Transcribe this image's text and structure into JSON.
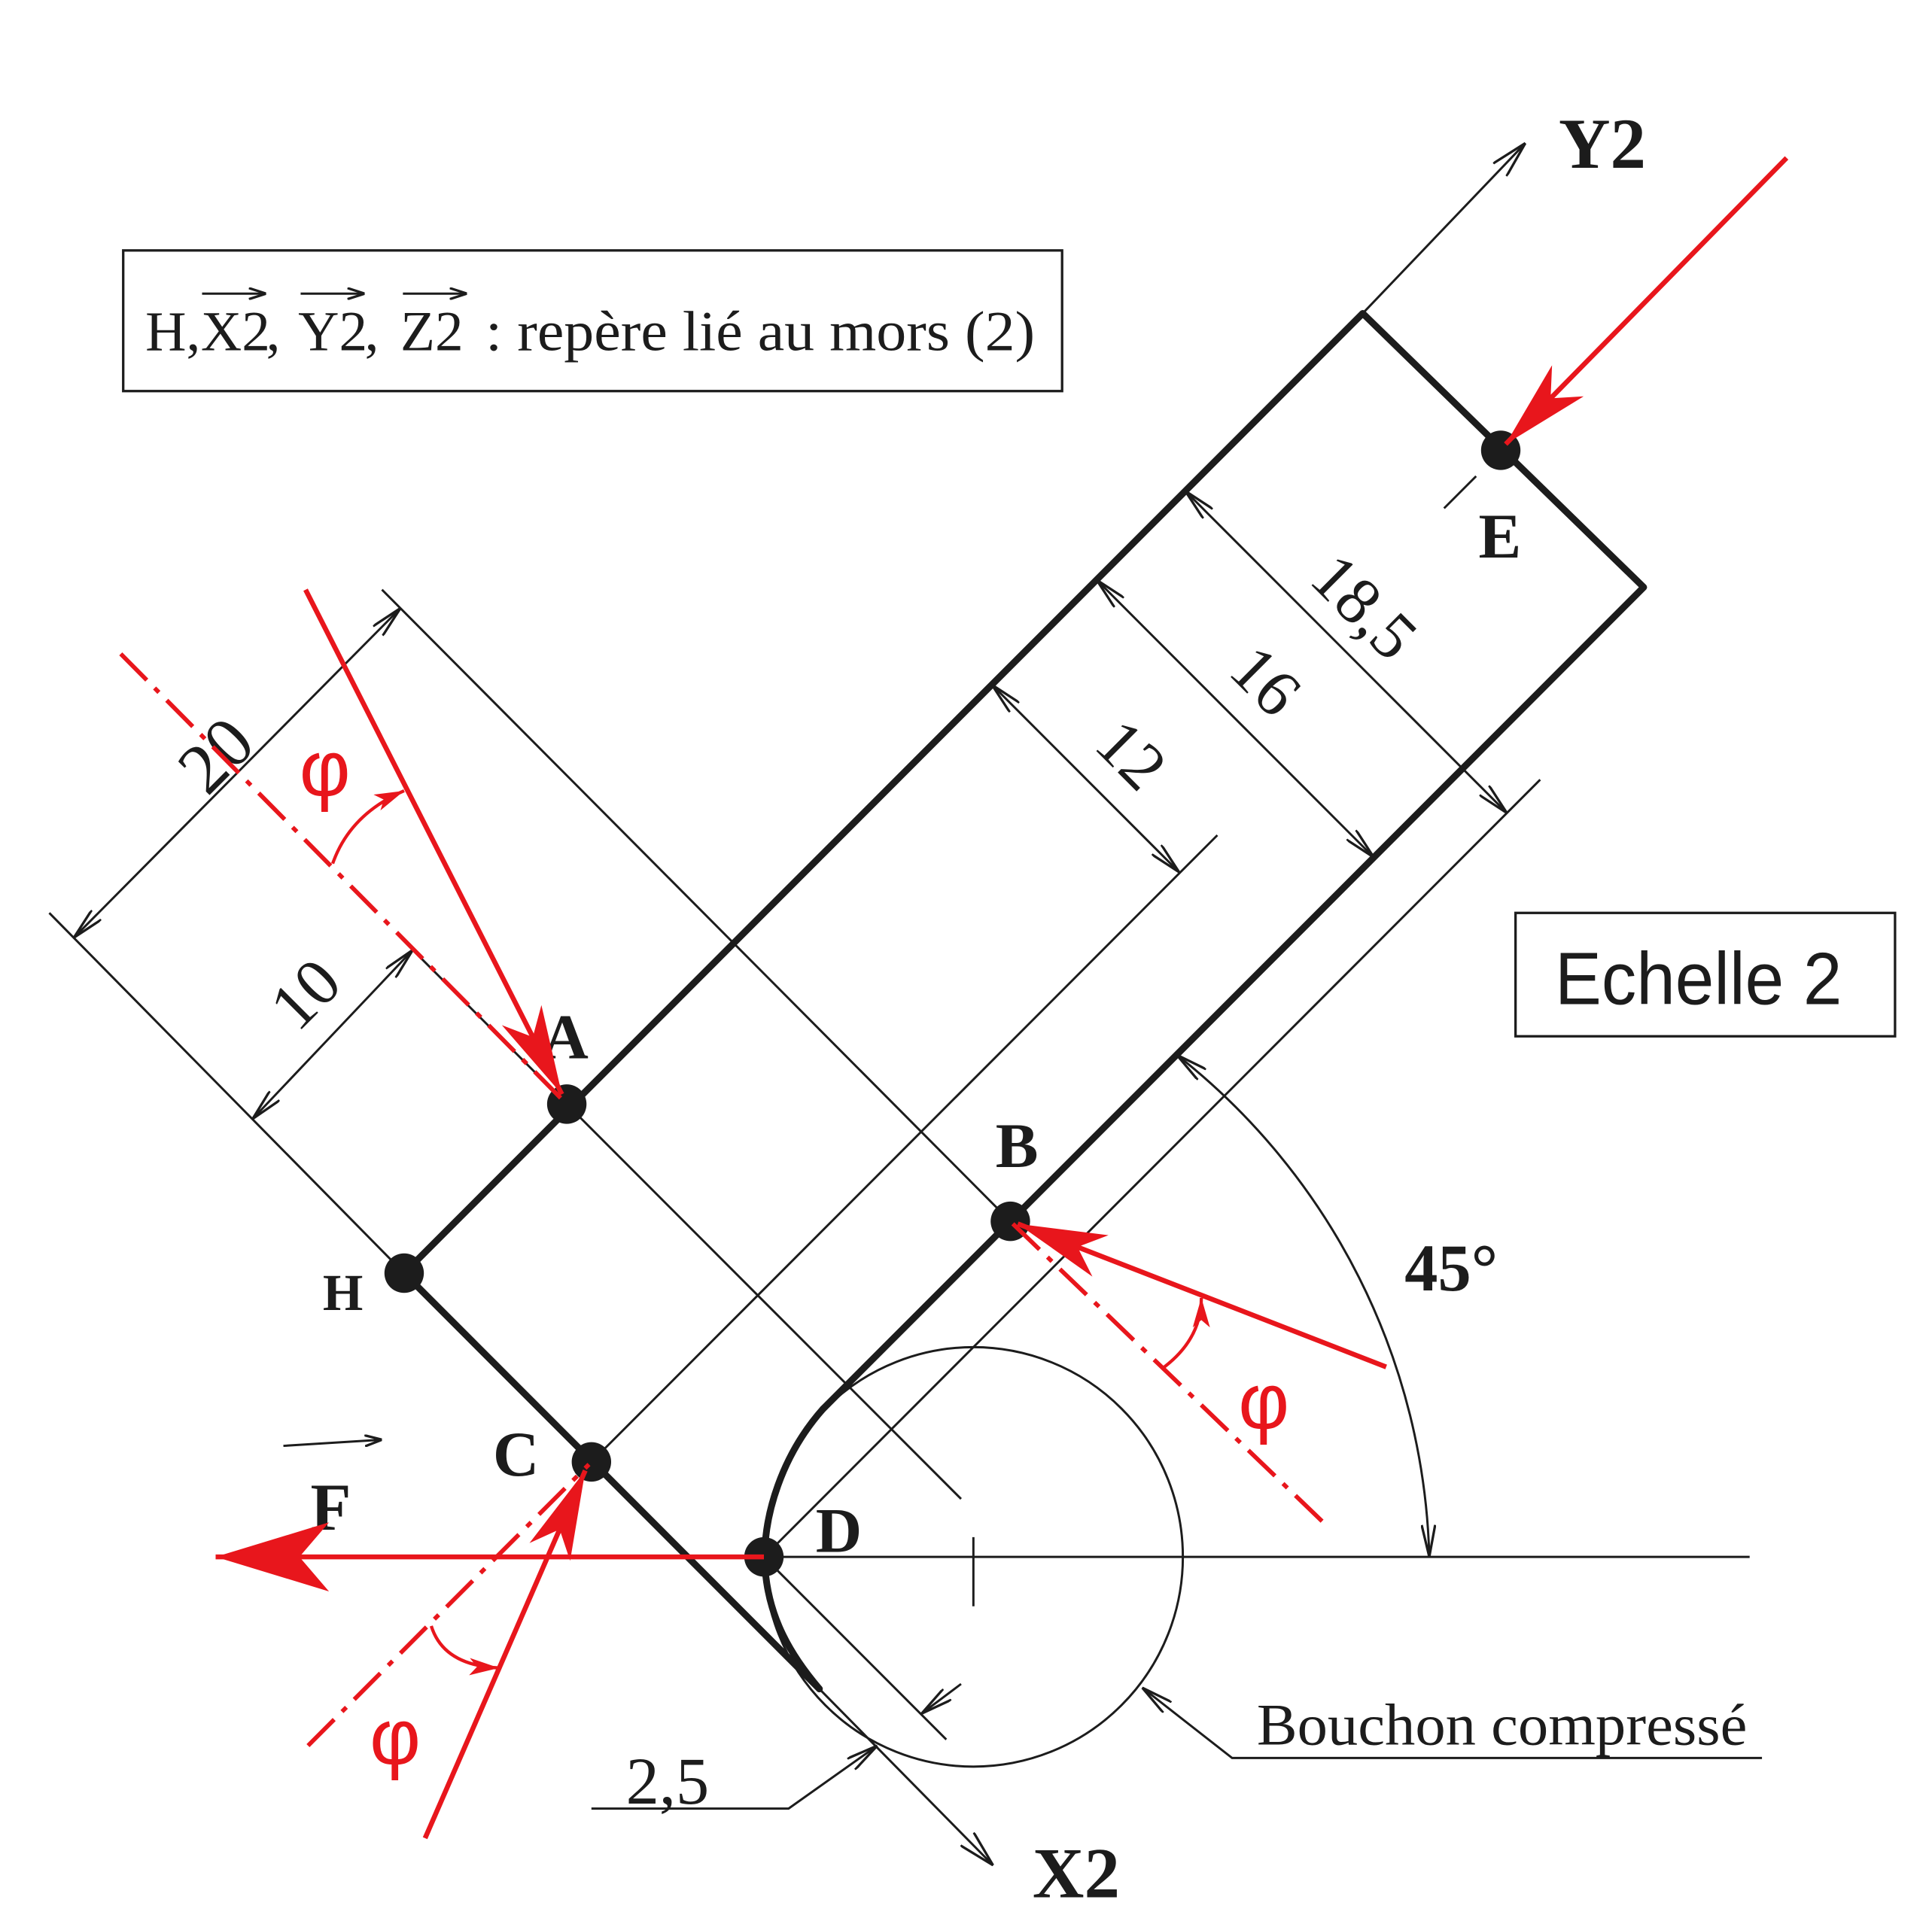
{
  "frame_note": {
    "prefix": "H,",
    "vector_x": "X2",
    "comma_1": ",",
    "vector_y": "Y2",
    "comma_2": ",",
    "vector_z": "Z2",
    "suffix": ": repère lié au mors (2)"
  },
  "scale_note": "Echelle 2",
  "axis_labels": {
    "x2": "X2",
    "y2": "Y2"
  },
  "points": {
    "a": "A",
    "b": "B",
    "c": "C",
    "d": "D",
    "e": "E",
    "h": "H"
  },
  "angle": "45°",
  "phi_labels": [
    "φ",
    "φ",
    "φ"
  ],
  "force": "F",
  "part_callout": "Bouchon compressé",
  "dimensions": {
    "d20": "20",
    "d10": "10",
    "d12": "12",
    "d16": "16",
    "d18_5": "18,5",
    "d2_5": "2,5"
  },
  "colors": {
    "ink": "#1c1c1c",
    "force": "#e8161c",
    "background": "#ffffff"
  }
}
